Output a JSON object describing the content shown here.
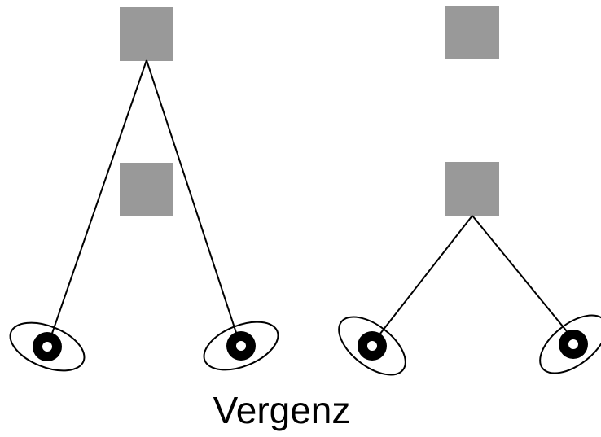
{
  "caption": "Vergenz",
  "colors": {
    "target_square": "#999999",
    "line": "#000000",
    "eye_outline": "#000000",
    "pupil": "#000000",
    "highlight": "#ffffff"
  },
  "panels": [
    {
      "name": "far-fixation",
      "fixated_target": "far",
      "targets": [
        "far",
        "near"
      ]
    },
    {
      "name": "near-fixation",
      "fixated_target": "near",
      "targets": [
        "far",
        "near"
      ]
    }
  ]
}
